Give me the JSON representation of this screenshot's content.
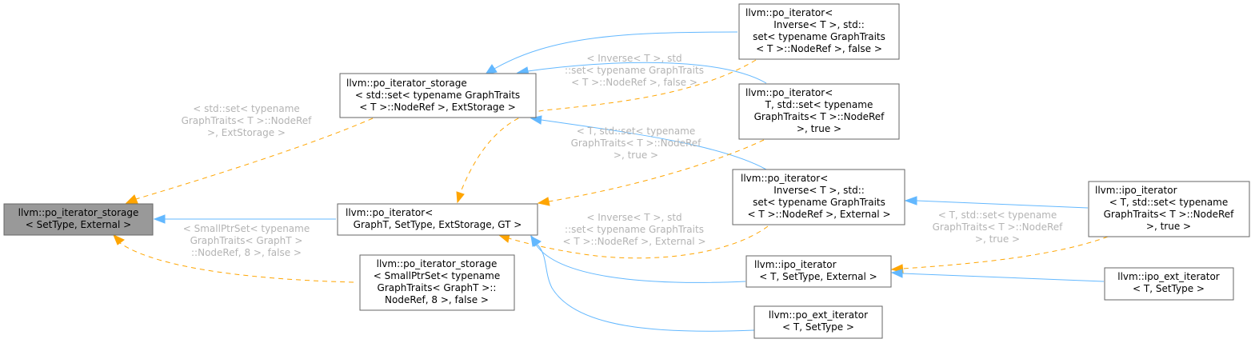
{
  "colors": {
    "inheritance_edge": "#63b8ff",
    "template_instance_edge": "#ffa500",
    "focus_node_fill": "#999999",
    "node_border": "#666666",
    "edge_label_text": "#b4b4b4"
  },
  "nodes": {
    "storage_external": [
      "llvm::po_iterator_storage",
      "< SetType, External >"
    ],
    "storage_ext": [
      "llvm::po_iterator_storage",
      "< std::set< typename GraphTraits",
      "< T >::NodeRef >, ExtStorage >"
    ],
    "po_iterator": [
      "llvm::po_iterator<",
      "GraphT, SetType, ExtStorage, GT >"
    ],
    "storage_smallptr": [
      "llvm::po_iterator_storage",
      "< SmallPtrSet< typename",
      "GraphTraits< GraphT >::",
      "NodeRef, 8 >, false >"
    ],
    "po_inv_false": [
      "llvm::po_iterator<",
      "Inverse< T >, std::",
      "set< typename GraphTraits",
      "< T >::NodeRef >, false >"
    ],
    "po_true": [
      "llvm::po_iterator<",
      "T, std::set< typename",
      "GraphTraits< T >::NodeRef",
      ">, true >"
    ],
    "po_inv_external": [
      "llvm::po_iterator<",
      "Inverse< T >, std::",
      "set< typename GraphTraits",
      "< T >::NodeRef >, External >"
    ],
    "ipo_iterator": [
      "llvm::ipo_iterator",
      "< T, SetType, External >"
    ],
    "po_ext_iterator": [
      "llvm::po_ext_iterator",
      "< T, SetType >"
    ],
    "ipo_true": [
      "llvm::ipo_iterator",
      "< T, std::set< typename",
      "GraphTraits< T >::NodeRef",
      ">, true >"
    ],
    "ipo_ext_iterator": [
      "llvm::ipo_ext_iterator",
      "< T, SetType >"
    ]
  },
  "edge_labels": {
    "std_set_extstorage": [
      "< std::set< typename",
      "GraphTraits< T >::NodeRef",
      ">, ExtStorage >"
    ],
    "smallptrset": [
      "< SmallPtrSet< typename",
      "GraphTraits< GraphT >",
      "::NodeRef, 8 >, false >"
    ],
    "inverse_false": [
      "< Inverse< T >, std",
      "::set< typename GraphTraits",
      "< T >::NodeRef >, false >"
    ],
    "true_po": [
      "< T, std::set< typename",
      "GraphTraits< T >::NodeRef",
      ">, true >"
    ],
    "inverse_external": [
      "< Inverse< T >, std",
      "::set< typename GraphTraits",
      "< T >::NodeRef >, External >"
    ],
    "true_ipo": [
      "< T, std::set< typename",
      "GraphTraits< T >::NodeRef",
      ">, true >"
    ]
  }
}
